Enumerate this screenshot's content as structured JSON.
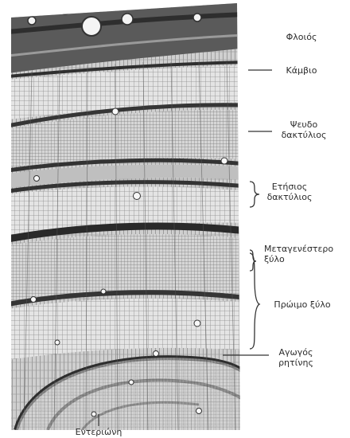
{
  "labels": {
    "bark": "Φλοιός",
    "cambium": "Κάμβιο",
    "false_ring": "Ψευδο δακτύλιος",
    "annual_ring": "Ετήσιος δακτύλιος",
    "latewood": "Μεταγενέστερο ξύλο",
    "earlywood": "Πρώιμο ξύλο",
    "resin_duct": "Αγωγός ρητίνης",
    "pith": "Εντεριώνη"
  },
  "colors": {
    "ink": "#2b2b2b",
    "wood_light": "#d9d9d9",
    "wood_dark": "#3a3a3a",
    "bark": "#4a4a4a"
  }
}
